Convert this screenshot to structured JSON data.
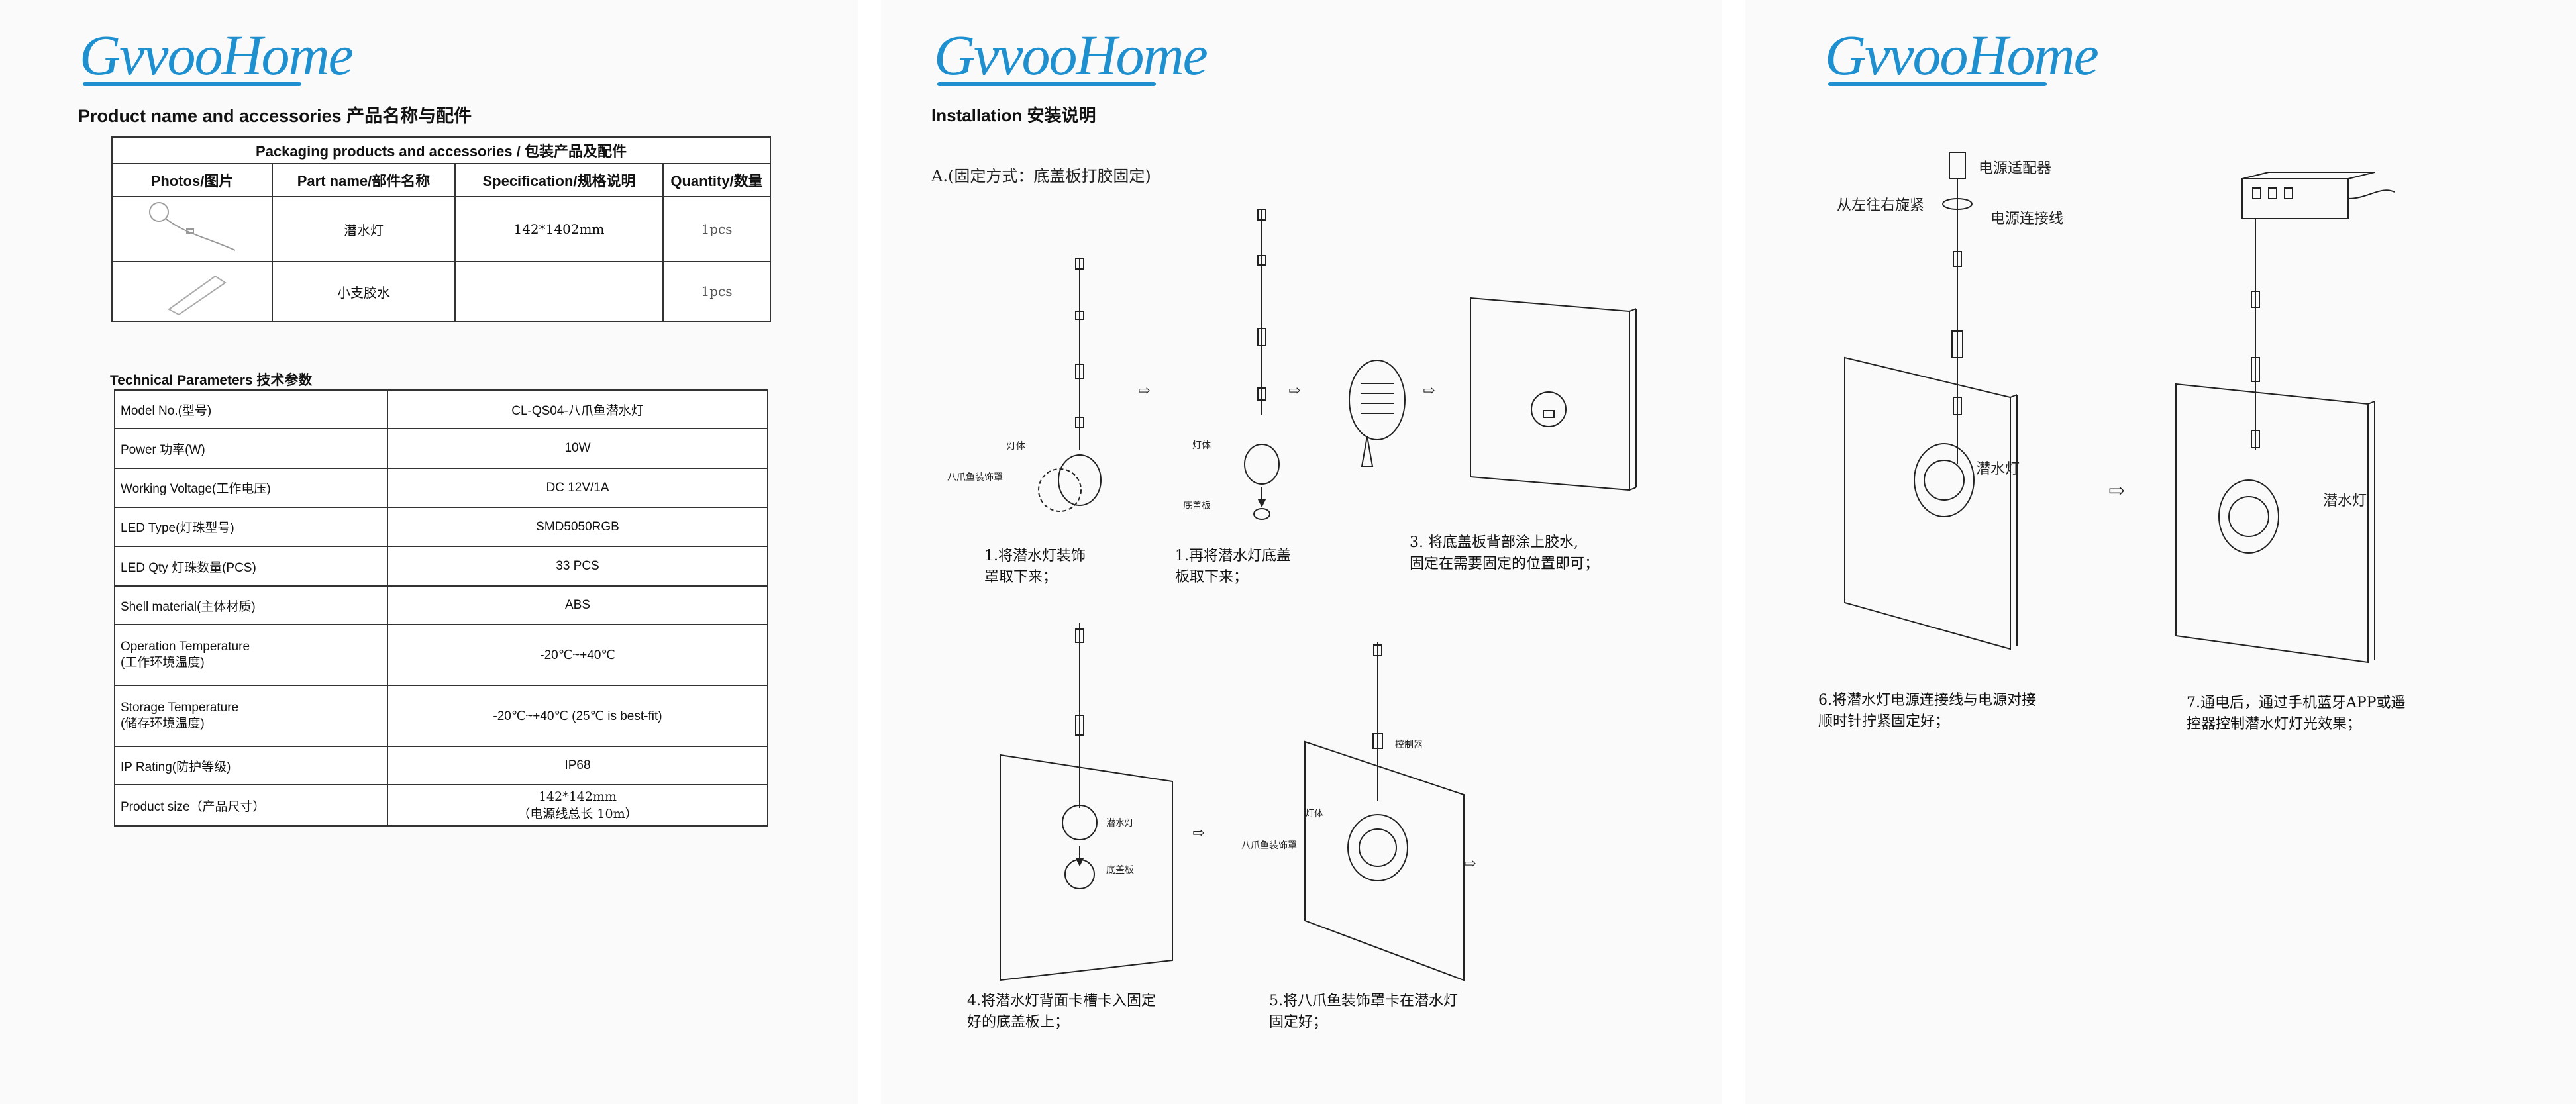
{
  "brand": {
    "logo_text": "GvvooHome",
    "color": "#1e90d0"
  },
  "page1": {
    "heading": "Product name and accessories 产品名称与配件",
    "packaging_table": {
      "title": "Packaging products and accessories  / 包装产品及配件",
      "headers": [
        "Photos/图片",
        "Part name/部件名称",
        "Specification/规格说明",
        "Quantity/数量"
      ],
      "rows": [
        {
          "part": "潜水灯",
          "spec": "142*1402mm",
          "qty": "1pcs"
        },
        {
          "part": "小支胶水",
          "spec": "",
          "qty": "1pcs"
        }
      ]
    },
    "tech_heading": "Technical Parameters 技术参数",
    "tech_rows": [
      {
        "label": "Model No.(型号)",
        "value": "CL-QS04-八爪鱼潜水灯"
      },
      {
        "label": "Power 功率(W)",
        "value": "10W"
      },
      {
        "label": "Working Voltage(工作电压)",
        "value": "DC 12V/1A"
      },
      {
        "label": "LED Type(灯珠型号)",
        "value": "SMD5050RGB"
      },
      {
        "label": "LED Qty 灯珠数量(PCS)",
        "value": "33 PCS"
      },
      {
        "label": "Shell material(主体材质)",
        "value": "ABS"
      },
      {
        "label": "Operation Temperature\n(工作环境温度)",
        "value": "-20℃~+40℃"
      },
      {
        "label": "Storage Temperature\n(储存环境温度)",
        "value": "-20℃~+40℃ (25℃ is best-fit)"
      },
      {
        "label": "IP Rating(防护等级)",
        "value": "IP68"
      },
      {
        "label": "Product size（产品尺寸）",
        "value": "142*142mm\n（电源线总长 10m）"
      }
    ]
  },
  "page2": {
    "heading": "Installation 安装说明",
    "subheading": "A.(固定方式：底盖板打胶固定)",
    "steps": [
      "1.将潜水灯装饰\n罩取下来；",
      "1.再将潜水灯底盖\n板取下来；",
      "3. 将底盖板背部涂上胶水,\n固定在需要固定的位置即可；",
      "4.将潜水灯背面卡槽卡入固定\n好的底盖板上；",
      "5.将八爪鱼装饰罩卡在潜水灯\n固定好；"
    ],
    "labels": {
      "lamp": "灯体",
      "octopus_cover": "八爪鱼装饰罩",
      "base_plate": "底盖板",
      "submersible_light": "潜水灯",
      "controller": "控制器"
    }
  },
  "page3": {
    "labels": {
      "adapter": "电源适配器",
      "rotate": "从左往右旋紧",
      "cable": "电源连接线",
      "submersible_light": "潜水灯"
    },
    "steps": [
      "6.将潜水灯电源连接线与电源对接\n顺时针拧紧固定好；",
      "7.通电后，通过手机蓝牙APP或遥\n控器控制潜水灯灯光效果；"
    ]
  }
}
